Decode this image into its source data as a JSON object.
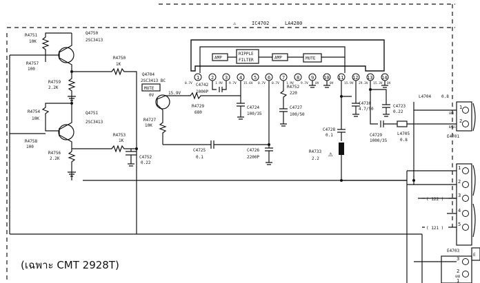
{
  "ic": {
    "designator": "IC4702",
    "part": "LA4280",
    "blocks": {
      "amp1": "AMP",
      "ripple_line1": "RIPPLE",
      "ripple_line2": "FILTER",
      "amp2": "AMP",
      "mute": "MUTE"
    },
    "pins": [
      "1",
      "2",
      "3",
      "4",
      "5",
      "6",
      "7",
      "8",
      "9",
      "10",
      "11",
      "12",
      "13",
      "14"
    ],
    "pin_voltages": [
      "0.7V",
      "1.9V",
      "9.7V",
      "15.6V",
      "0.7V",
      "0.7V",
      "1.9V",
      "9.7V",
      "0V",
      "0V",
      "15.9V",
      "29.3V",
      "15.3V",
      "0V"
    ]
  },
  "transistors": [
    {
      "ref": "Q4750",
      "part": "2SC3413"
    },
    {
      "ref": "Q4751",
      "part": "2SC3413"
    },
    {
      "ref": "Q4704",
      "part": "2SC3413 BC",
      "tag": "MUTE",
      "v_collector": "0V",
      "v_emitter": "15.9V"
    }
  ],
  "resistors": [
    {
      "ref": "R4751",
      "value": "10K"
    },
    {
      "ref": "R4757",
      "value": "100"
    },
    {
      "ref": "R4759",
      "value": "2.2K"
    },
    {
      "ref": "R4754",
      "value": "10K"
    },
    {
      "ref": "R4758",
      "value": "100"
    },
    {
      "ref": "R4756",
      "value": "2.2K"
    },
    {
      "ref": "R4750",
      "value": "1K"
    },
    {
      "ref": "R4753",
      "value": "1K"
    },
    {
      "ref": "R4727",
      "value": "10K"
    },
    {
      "ref": "R4729",
      "value": "680"
    },
    {
      "ref": "R4752",
      "value": "220"
    },
    {
      "ref": "R4733",
      "value": "2.2"
    }
  ],
  "capacitors": [
    {
      "ref": "C4742",
      "value": "1000P"
    },
    {
      "ref": "C4724",
      "value": "100/35"
    },
    {
      "ref": "C4727",
      "value": "100/50"
    },
    {
      "ref": "C4725",
      "value": "0.1"
    },
    {
      "ref": "C4726",
      "value": "2200P"
    },
    {
      "ref": "C4752",
      "value": "0.22"
    },
    {
      "ref": "C4728",
      "value": "0.1"
    },
    {
      "ref": "C4730",
      "value": "4.7/50"
    },
    {
      "ref": "C4723",
      "value": "0.22"
    },
    {
      "ref": "C4729",
      "value": "1000/35"
    }
  ],
  "inductors": [
    {
      "ref": "L4705",
      "value": "0.8"
    },
    {
      "ref": "L4704",
      "value": "0.8"
    }
  ],
  "connectors": {
    "e4701": {
      "ref": "E4701",
      "pins": [
        "1",
        "2"
      ],
      "pin_labels": [
        "GND",
        "BASS"
      ]
    },
    "e4703": {
      "ref": "E4703",
      "pins": [
        "1",
        "2",
        "3",
        "4",
        "5"
      ]
    },
    "e4703_lower": {
      "pins": [
        "3",
        "2",
        "1"
      ],
      "pin_labels": [
        "",
        "GND",
        ""
      ],
      "edge_letter": "E"
    }
  },
  "nets": {
    "n122": "( 122 )",
    "n121": "( 121 )"
  },
  "footnote": "(เฉพาะ  CMT 2928T)",
  "warning_symbol": "⚠"
}
